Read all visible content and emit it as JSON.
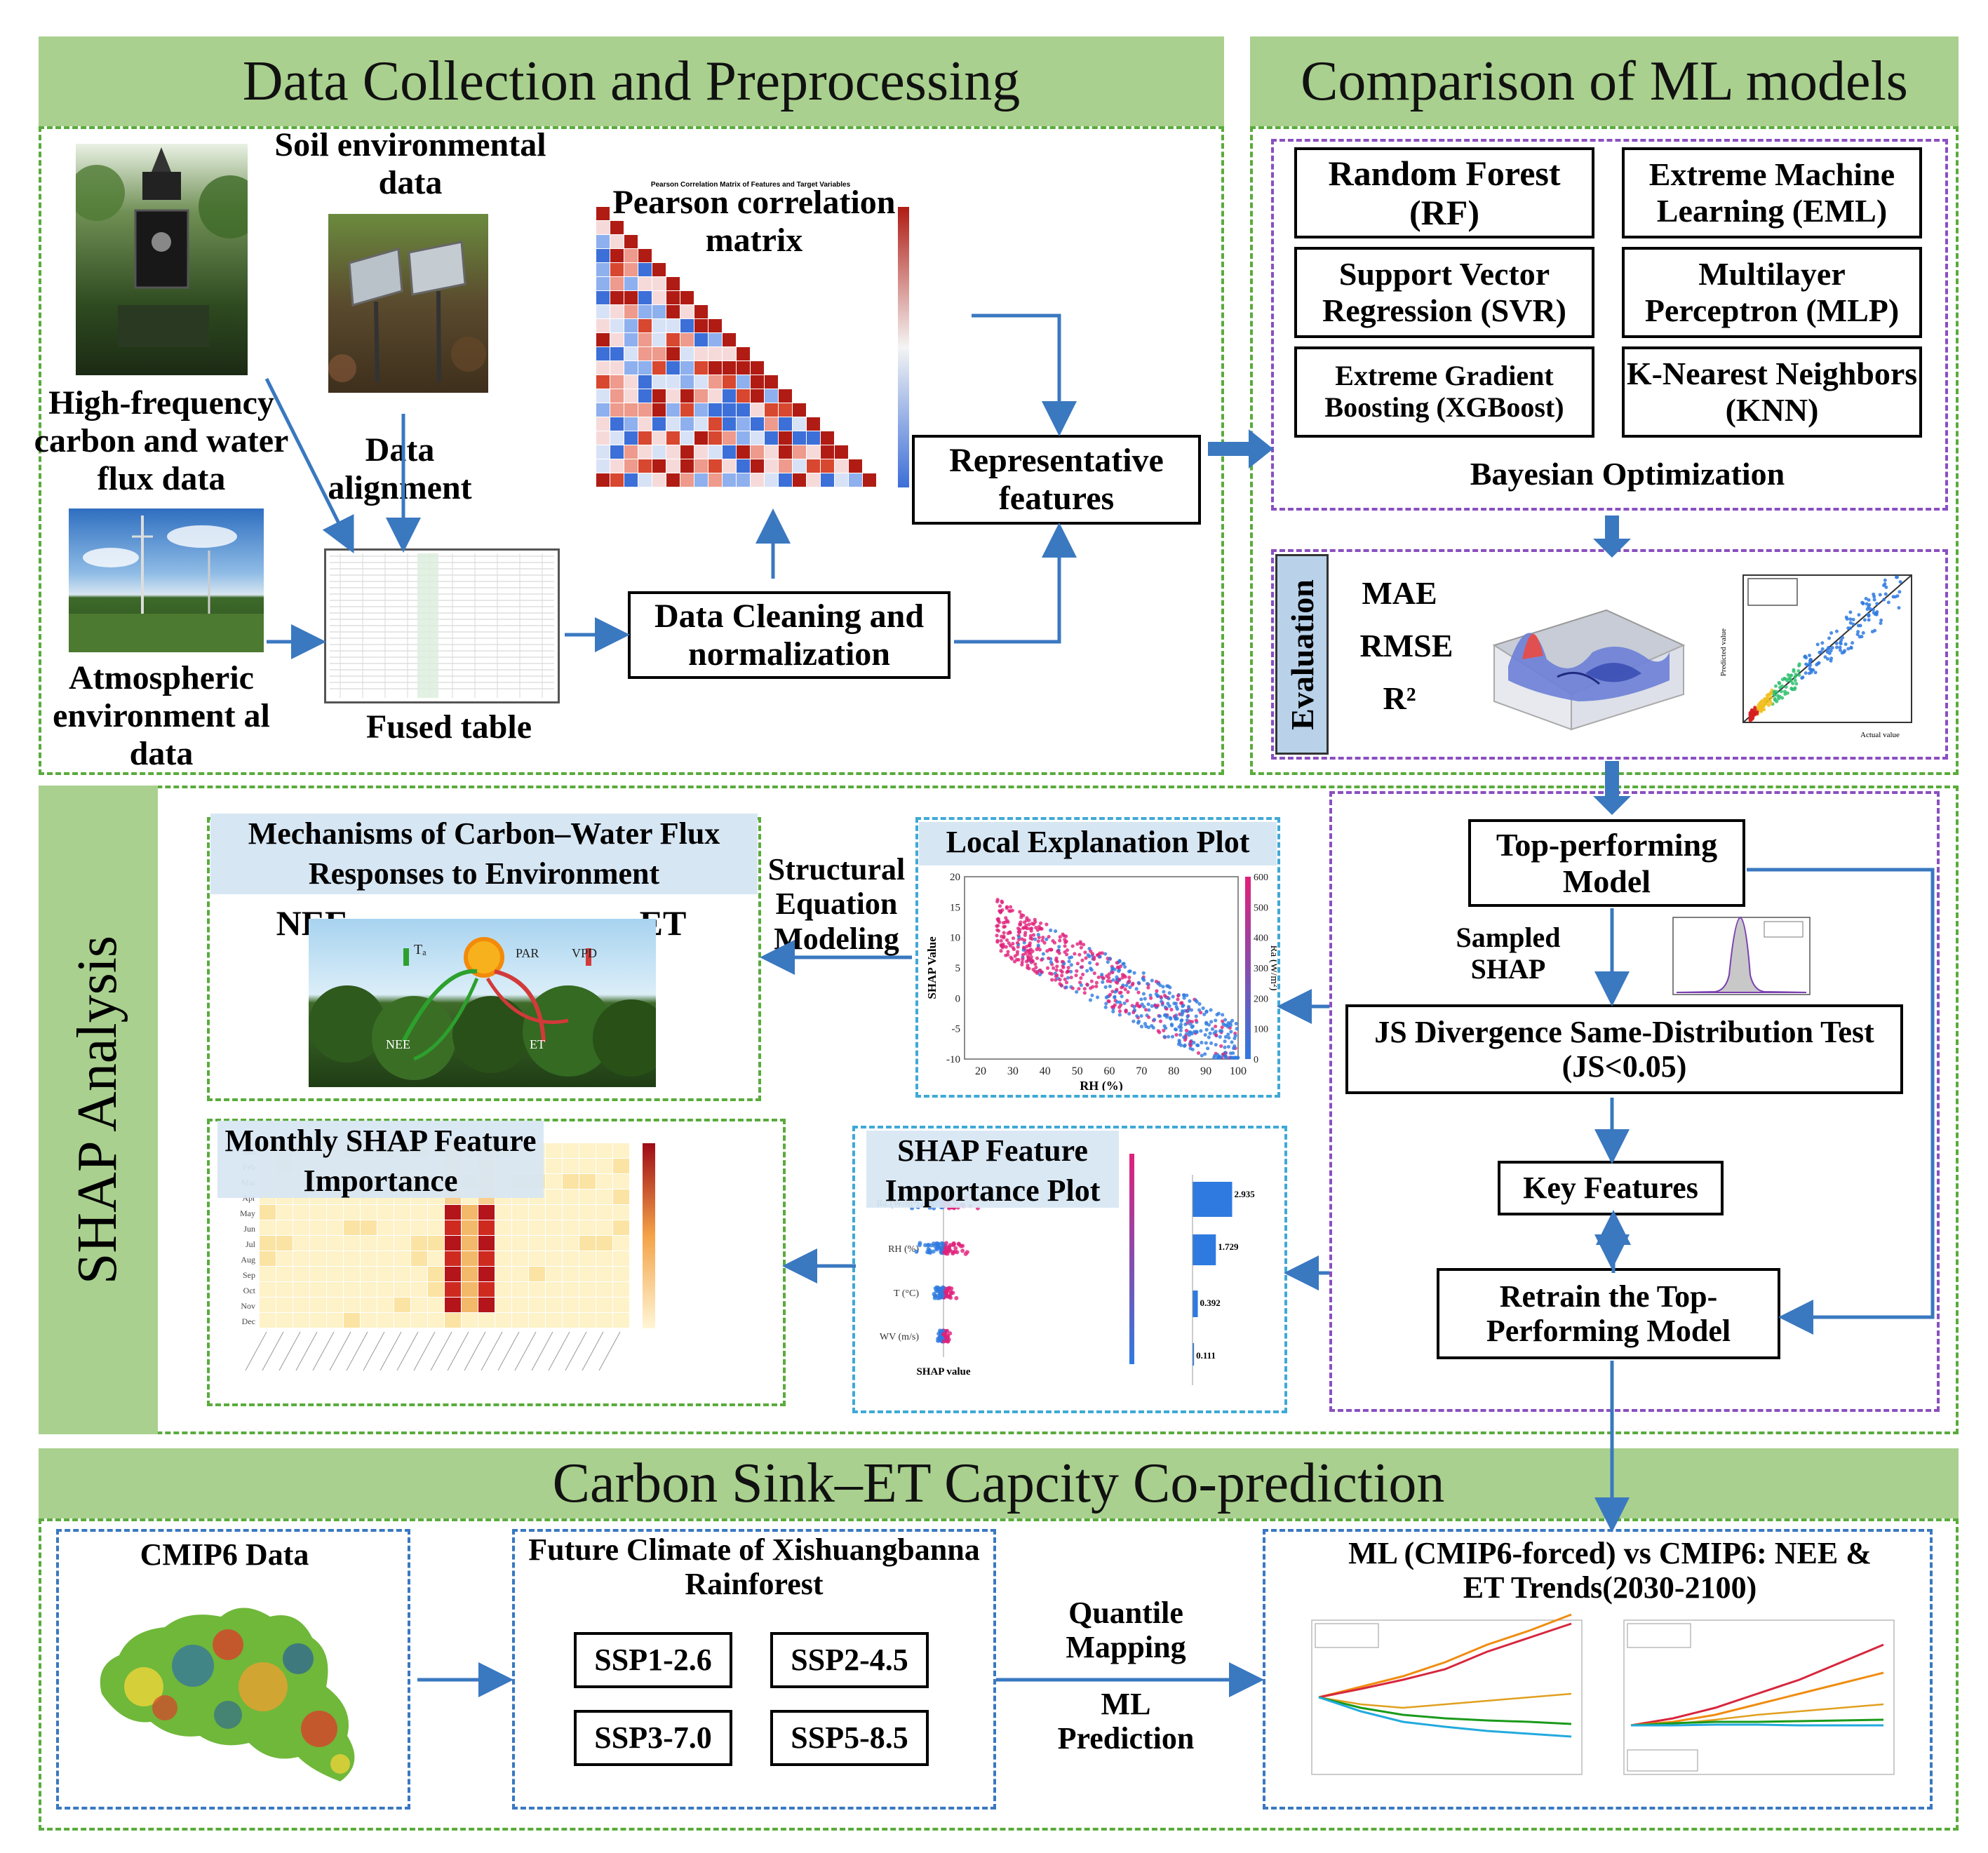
{
  "sections": {
    "data_collection": "Data Collection and Preprocessing",
    "comparison": "Comparison of ML models",
    "shap": "SHAP Analysis",
    "coprediction": "Carbon Sink–ET Capcity Co-prediction"
  },
  "data_collection": {
    "soil": "Soil environmental data",
    "flux": "High-frequency carbon and water flux data",
    "atmos": "Atmospheric environment al data",
    "alignment": "Data alignment",
    "fused": "Fused table",
    "pearson": "Pearson correlation matrix",
    "pearson_small_title": "Pearson Correlation Matrix of Features and Target Variables",
    "cleaning": "Data Cleaning and normalization",
    "representative": "Representative features"
  },
  "models": {
    "rf": "Random Forest (RF)",
    "eml": "Extreme Machine Learning (EML)",
    "svr": "Support Vector Regression (SVR)",
    "mlp": "Multilayer Perceptron (MLP)",
    "xgb": "Extreme Gradient Boosting (XGBoost)",
    "knn": "K-Nearest Neighbors (KNN)",
    "bayes": "Bayesian Optimization"
  },
  "evaluation": {
    "label": "Evaluation",
    "mae": "MAE",
    "rmse": "RMSE",
    "r2": "R²",
    "scatter_xlabel": "Actual value",
    "scatter_ylabel": "Predicted value"
  },
  "shap": {
    "mechanisms": "Mechanisms of Carbon–Water Flux Responses to Environment",
    "nee": "NEE",
    "et": "ET",
    "sem": "Structural Equation Modeling",
    "local": "Local Explanation Plot",
    "local_xlabel": "RH (%)",
    "local_ylabel": "SHAP Value",
    "local_clabel": "Ra (W/m²)",
    "monthly": "Monthly SHAP Feature Importance",
    "importance": "SHAP Feature Importance Plot",
    "imp_features": [
      "Ra (W/m²)",
      "RH (%)",
      "T (°C)",
      "WV (m/s)"
    ],
    "imp_values": [
      "2.935",
      "1.729",
      "0.392",
      "0.111"
    ],
    "imp_xlabel": "SHAP value",
    "top_model": "Top-performing Model",
    "sampled": "Sampled SHAP",
    "js": "JS Divergence Same-Distribution Test (JS<0.05)",
    "key": "Key Features",
    "retrain": "Retrain the Top-Performing Model"
  },
  "prediction": {
    "cmip6": "CMIP6 Data",
    "future": "Future Climate of Xishuangbanna Rainforest",
    "ssp": [
      "SSP1-2.6",
      "SSP2-4.5",
      "SSP3-7.0",
      "SSP5-8.5"
    ],
    "quantile": "Quantile Mapping",
    "ml_pred": "ML Prediction",
    "trends": "ML (CMIP6-forced) vs CMIP6: NEE & ET  Trends(2030-2100)"
  },
  "colors": {
    "header_green": "#a9d08e",
    "arrow_blue": "#3a78c0",
    "dash_green": "#5aab3c",
    "dash_purple": "#8a4fc0"
  }
}
